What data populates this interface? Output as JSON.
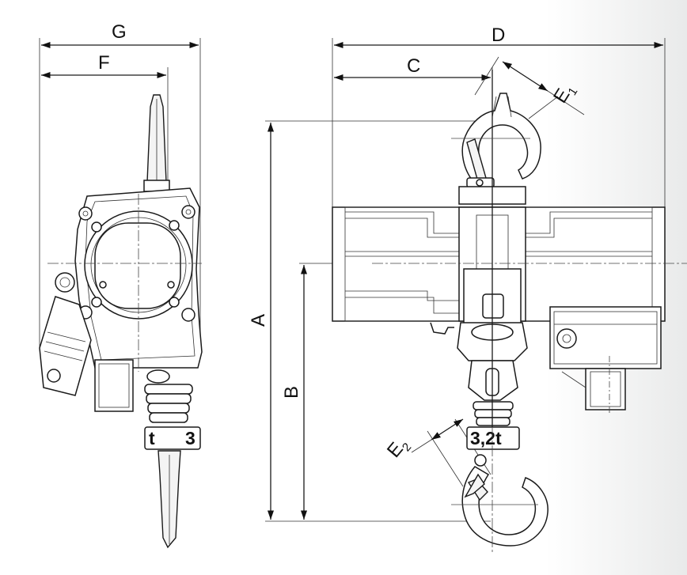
{
  "dimensions": {
    "G": "G",
    "F": "F",
    "D": "D",
    "C": "C",
    "A": "A",
    "B": "B",
    "E1_main": "E",
    "E1_sub": "1",
    "E2_main": "E",
    "E2_sub": "2"
  },
  "capacity": {
    "front": "3,2t",
    "side_left": "t",
    "side_right": "3"
  },
  "colors": {
    "line": "#1a1a1a",
    "background": "#ffffff",
    "fade": "#e9eaea"
  }
}
